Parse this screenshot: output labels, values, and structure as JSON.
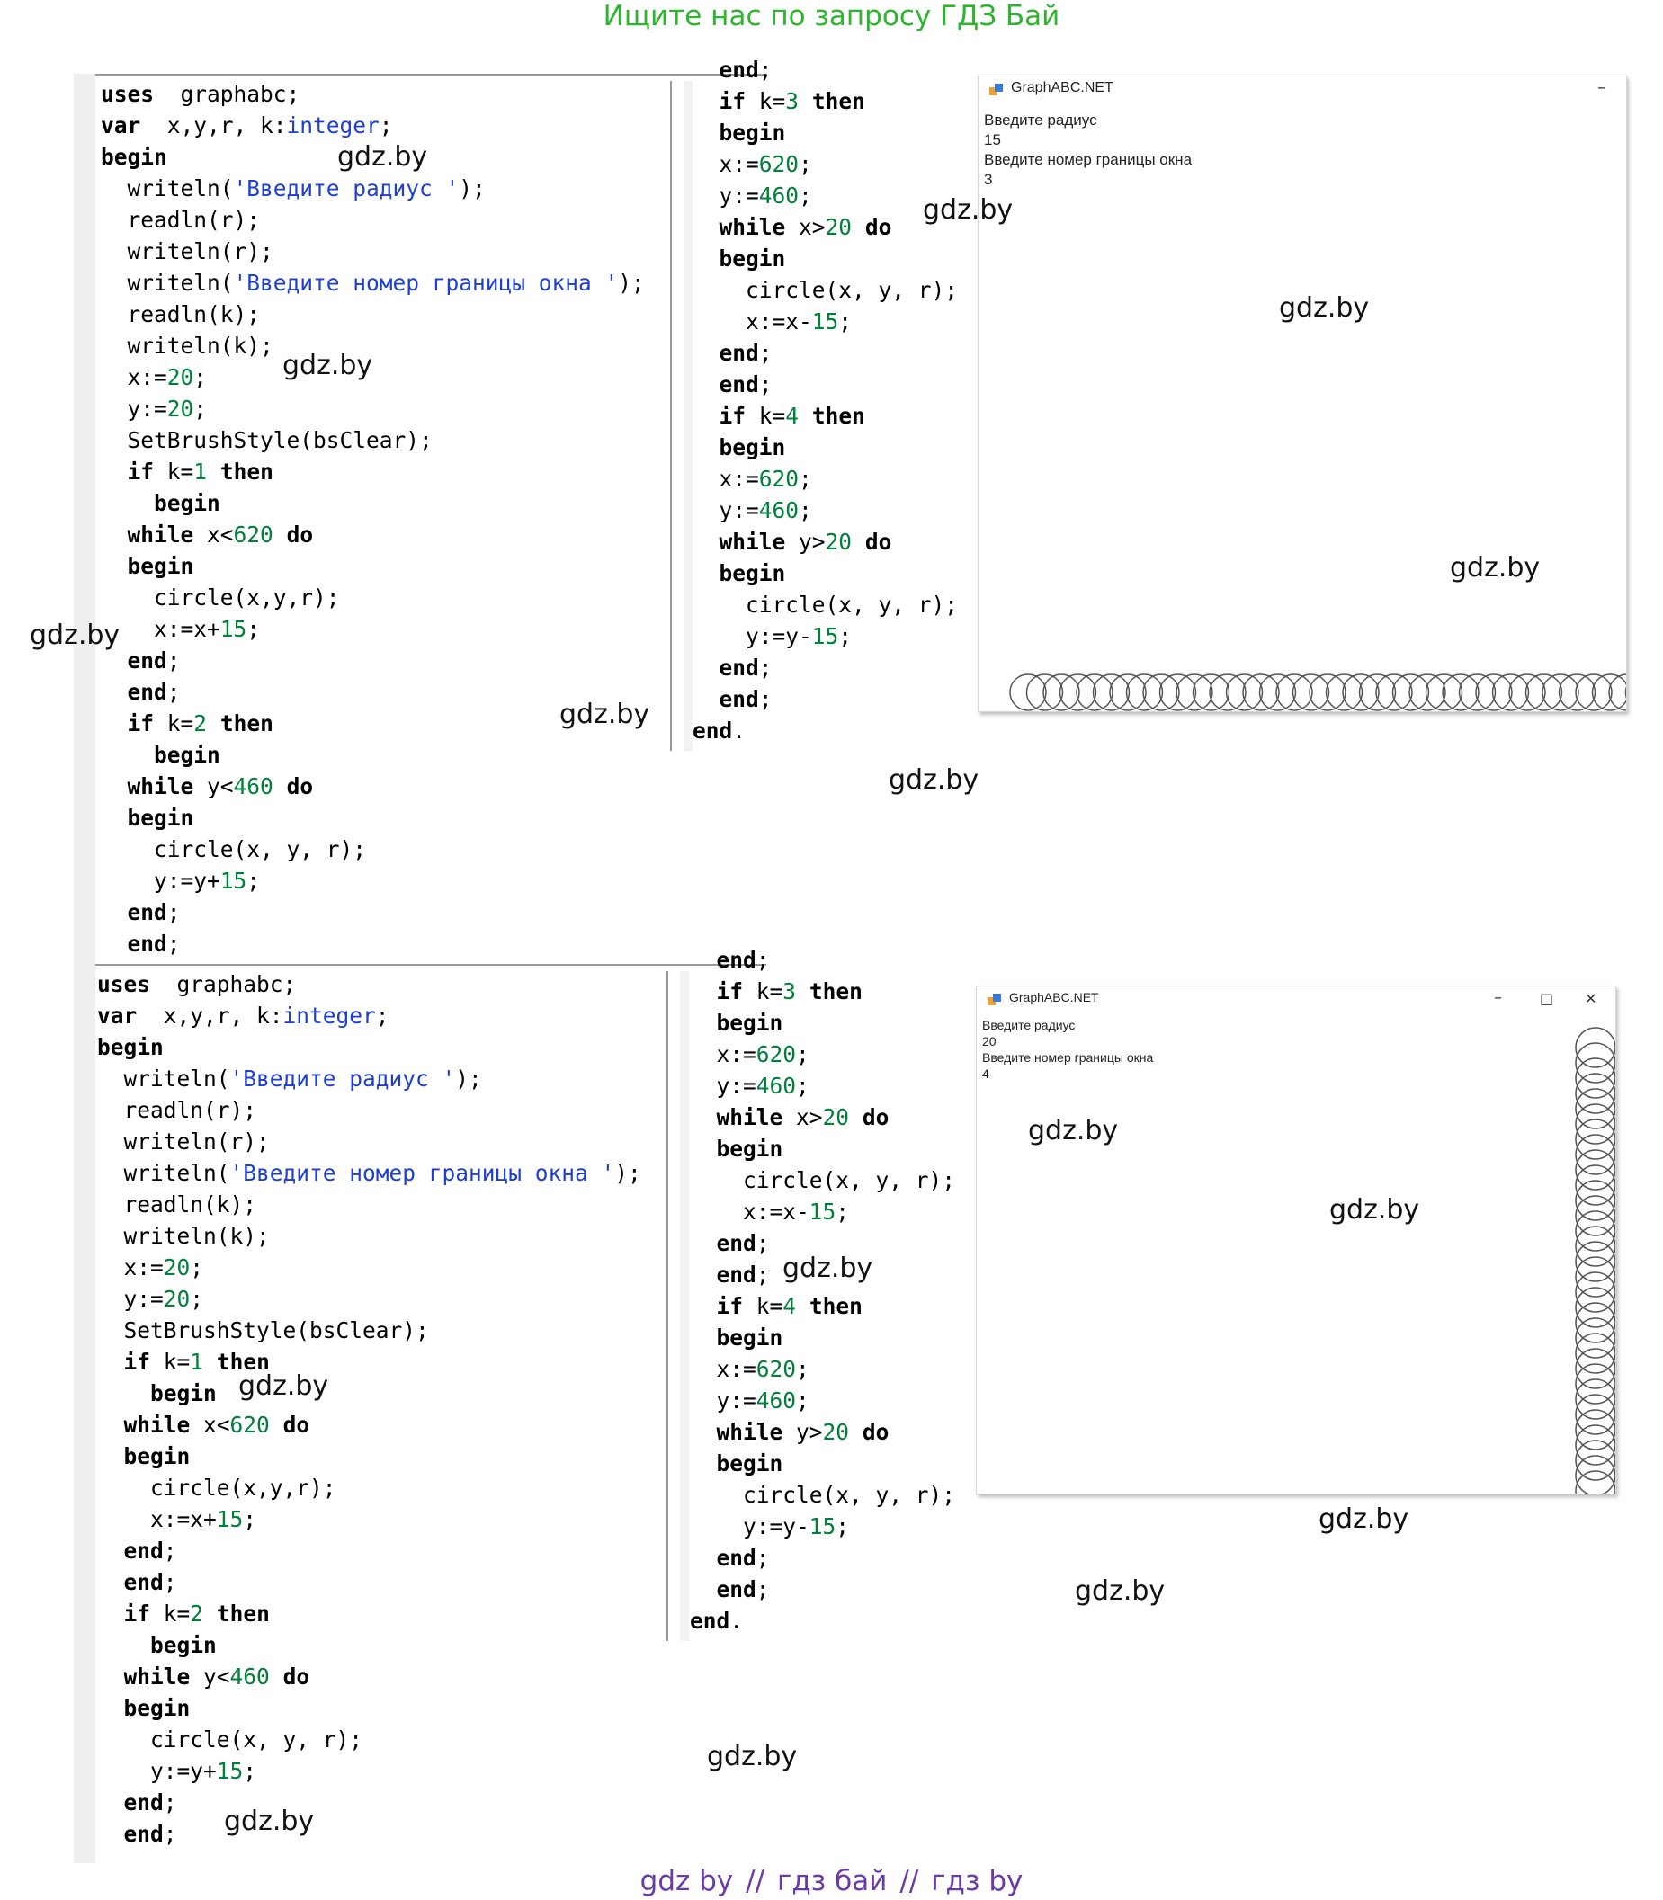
{
  "header": {
    "banner": "Ищите нас по запросу ГДЗ Бай"
  },
  "footer": {
    "parts": [
      "gdz by",
      "//",
      "гдз бай",
      "//",
      "гдз by"
    ]
  },
  "panels": [
    {
      "window": {
        "title": "GraphABC.NET",
        "controls": [
          "–"
        ],
        "console_lines": [
          "Введите радиус",
          "15",
          "Введите номер границы окна",
          "3"
        ],
        "circle_count": 38,
        "orientation": "horizontal"
      }
    },
    {
      "window": {
        "title": "GraphABC.NET",
        "controls": [
          "–",
          "□",
          "✕"
        ],
        "console_lines": [
          "Введите радиус",
          "20",
          "Введите номер границы окна",
          "4"
        ],
        "circle_count": 30,
        "orientation": "vertical"
      }
    }
  ],
  "code_left": [
    [
      [
        "kw",
        "uses"
      ],
      [
        "",
        "  graphabc;"
      ]
    ],
    [
      [
        "kw",
        "var"
      ],
      [
        "",
        "  x,y,r, k:"
      ],
      [
        "typ",
        "integer"
      ],
      [
        "",
        ";"
      ]
    ],
    [
      [
        "kw",
        "begin"
      ]
    ],
    [
      [
        "",
        "  writeln("
      ],
      [
        "str",
        "'Введите радиус '"
      ],
      [
        "",
        ");"
      ]
    ],
    [
      [
        "",
        "  readln(r);"
      ]
    ],
    [
      [
        "",
        "  writeln(r);"
      ]
    ],
    [
      [
        "",
        "  writeln("
      ],
      [
        "str",
        "'Введите номер границы окна '"
      ],
      [
        "",
        ");"
      ]
    ],
    [
      [
        "",
        "  readln(k);"
      ]
    ],
    [
      [
        "",
        "  writeln(k);"
      ]
    ],
    [
      [
        "",
        "  x:="
      ],
      [
        "num",
        "20"
      ],
      [
        "",
        ";"
      ]
    ],
    [
      [
        "",
        "  y:="
      ],
      [
        "num",
        "20"
      ],
      [
        "",
        ";"
      ]
    ],
    [
      [
        "",
        "  SetBrushStyle(bsClear);"
      ]
    ],
    [
      [
        "",
        "  "
      ],
      [
        "kw",
        "if"
      ],
      [
        "",
        " k="
      ],
      [
        "num",
        "1"
      ],
      [
        "",
        " "
      ],
      [
        "kw",
        "then"
      ]
    ],
    [
      [
        "",
        "    "
      ],
      [
        "kw",
        "begin"
      ]
    ],
    [
      [
        "",
        "  "
      ],
      [
        "kw",
        "while"
      ],
      [
        "",
        " x<"
      ],
      [
        "num",
        "620"
      ],
      [
        "",
        " "
      ],
      [
        "kw",
        "do"
      ]
    ],
    [
      [
        "",
        "  "
      ],
      [
        "kw",
        "begin"
      ]
    ],
    [
      [
        "",
        "    circle(x,y,r);"
      ]
    ],
    [
      [
        "",
        "    x:=x+"
      ],
      [
        "num",
        "15"
      ],
      [
        "",
        ";"
      ]
    ],
    [
      [
        "",
        "  "
      ],
      [
        "kw",
        "end"
      ],
      [
        "",
        ";"
      ]
    ],
    [
      [
        "",
        "  "
      ],
      [
        "kw",
        "end"
      ],
      [
        "",
        ";"
      ]
    ],
    [
      [
        "",
        "  "
      ],
      [
        "kw",
        "if"
      ],
      [
        "",
        " k="
      ],
      [
        "num",
        "2"
      ],
      [
        "",
        " "
      ],
      [
        "kw",
        "then"
      ]
    ],
    [
      [
        "",
        "    "
      ],
      [
        "kw",
        "begin"
      ]
    ],
    [
      [
        "",
        "  "
      ],
      [
        "kw",
        "while"
      ],
      [
        "",
        " y<"
      ],
      [
        "num",
        "460"
      ],
      [
        "",
        " "
      ],
      [
        "kw",
        "do"
      ]
    ],
    [
      [
        "",
        "  "
      ],
      [
        "kw",
        "begin"
      ]
    ],
    [
      [
        "",
        "    circle(x, y, r);"
      ]
    ],
    [
      [
        "",
        "    y:=y+"
      ],
      [
        "num",
        "15"
      ],
      [
        "",
        ";"
      ]
    ],
    [
      [
        "",
        "  "
      ],
      [
        "kw",
        "end"
      ],
      [
        "",
        ";"
      ]
    ],
    [
      [
        "",
        "  "
      ],
      [
        "kw",
        "end"
      ],
      [
        "",
        ";"
      ]
    ]
  ],
  "code_right": [
    [
      [
        "",
        "  "
      ],
      [
        "kw",
        "end"
      ],
      [
        "",
        ";"
      ]
    ],
    [
      [
        "",
        "  "
      ],
      [
        "kw",
        "if"
      ],
      [
        "",
        " k="
      ],
      [
        "num",
        "3"
      ],
      [
        "",
        " "
      ],
      [
        "kw",
        "then"
      ]
    ],
    [
      [
        "",
        "  "
      ],
      [
        "kw",
        "begin"
      ]
    ],
    [
      [
        "",
        "  x:="
      ],
      [
        "num",
        "620"
      ],
      [
        "",
        ";"
      ]
    ],
    [
      [
        "",
        "  y:="
      ],
      [
        "num",
        "460"
      ],
      [
        "",
        ";"
      ]
    ],
    [
      [
        "",
        "  "
      ],
      [
        "kw",
        "while"
      ],
      [
        "",
        " x>"
      ],
      [
        "num",
        "20"
      ],
      [
        "",
        " "
      ],
      [
        "kw",
        "do"
      ]
    ],
    [
      [
        "",
        "  "
      ],
      [
        "kw",
        "begin"
      ]
    ],
    [
      [
        "",
        "    circle(x, y, r);"
      ]
    ],
    [
      [
        "",
        "    x:=x-"
      ],
      [
        "num",
        "15"
      ],
      [
        "",
        ";"
      ]
    ],
    [
      [
        "",
        "  "
      ],
      [
        "kw",
        "end"
      ],
      [
        "",
        ";"
      ]
    ],
    [
      [
        "",
        "  "
      ],
      [
        "kw",
        "end"
      ],
      [
        "",
        ";"
      ]
    ],
    [
      [
        "",
        "  "
      ],
      [
        "kw",
        "if"
      ],
      [
        "",
        " k="
      ],
      [
        "num",
        "4"
      ],
      [
        "",
        " "
      ],
      [
        "kw",
        "then"
      ]
    ],
    [
      [
        "",
        "  "
      ],
      [
        "kw",
        "begin"
      ]
    ],
    [
      [
        "",
        "  x:="
      ],
      [
        "num",
        "620"
      ],
      [
        "",
        ";"
      ]
    ],
    [
      [
        "",
        "  y:="
      ],
      [
        "num",
        "460"
      ],
      [
        "",
        ";"
      ]
    ],
    [
      [
        "",
        "  "
      ],
      [
        "kw",
        "while"
      ],
      [
        "",
        " y>"
      ],
      [
        "num",
        "20"
      ],
      [
        "",
        " "
      ],
      [
        "kw",
        "do"
      ]
    ],
    [
      [
        "",
        "  "
      ],
      [
        "kw",
        "begin"
      ]
    ],
    [
      [
        "",
        "    circle(x, y, r);"
      ]
    ],
    [
      [
        "",
        "    y:=y-"
      ],
      [
        "num",
        "15"
      ],
      [
        "",
        ";"
      ]
    ],
    [
      [
        "",
        "  "
      ],
      [
        "kw",
        "end"
      ],
      [
        "",
        ";"
      ]
    ],
    [
      [
        "",
        "  "
      ],
      [
        "kw",
        "end"
      ],
      [
        "",
        ";"
      ]
    ],
    [
      [
        "kw",
        "end"
      ],
      [
        "",
        "."
      ]
    ]
  ],
  "watermarks": [
    "gdz.by",
    "gdz.by",
    "gdz.by",
    "gdz.by",
    "gdz.by",
    "gdz.by",
    "gdz.by",
    "gdz.by",
    "gdz.by",
    "gdz.by",
    "gdz.by",
    "gdz.by",
    "gdz.by",
    "gdz.by",
    "gdz.by",
    "gdz.by"
  ]
}
